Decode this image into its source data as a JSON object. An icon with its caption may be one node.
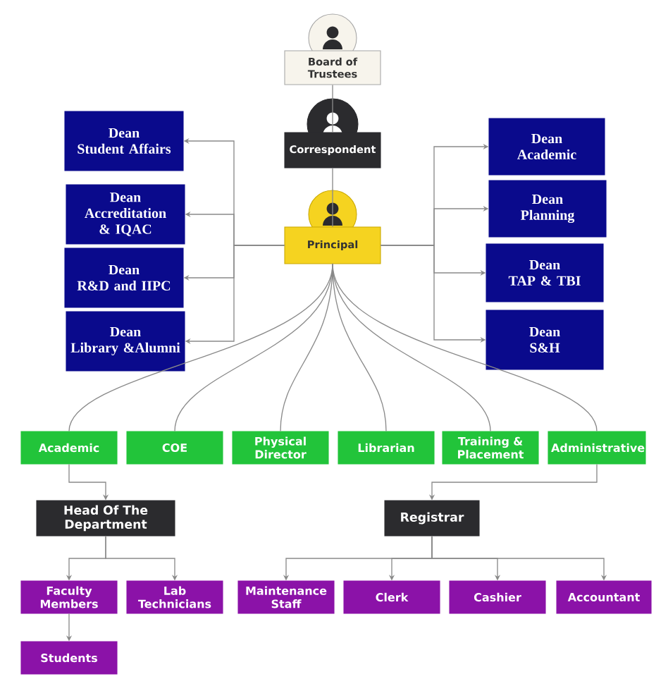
{
  "diagram": {
    "nodes": [
      {
        "text": [
          "Board of Trustees"
        ]
      },
      {
        "text": [
          "Correspondent"
        ]
      },
      {
        "text": [
          "Principal"
        ]
      },
      {
        "text": [
          "Dean",
          "Student Affairs"
        ]
      },
      {
        "text": [
          "Dean",
          "Accreditation  & IQAC"
        ]
      },
      {
        "text": [
          "Dean",
          "R&D and IIPC"
        ]
      },
      {
        "text": [
          "Dean",
          "Library &Alumni"
        ]
      },
      {
        "text": [
          "Dean",
          "Academic"
        ]
      },
      {
        "text": [
          "Dean",
          "Planning"
        ]
      },
      {
        "text": [
          "Dean",
          "TAP & TBI"
        ]
      },
      {
        "text": [
          "Dean",
          "S&H"
        ]
      },
      {
        "text": [
          "Academic"
        ]
      },
      {
        "text": [
          "COE"
        ]
      },
      {
        "text": [
          "Physical Director"
        ]
      },
      {
        "text": [
          "Librarian"
        ]
      },
      {
        "text": [
          "Training & Placement"
        ]
      },
      {
        "text": [
          "Administrative"
        ]
      },
      {
        "text": [
          "Head Of The Department"
        ]
      },
      {
        "text": [
          "Registrar"
        ]
      },
      {
        "text": [
          "Faculty Members"
        ]
      },
      {
        "text": [
          "Lab Technicians"
        ]
      },
      {
        "text": [
          "Maintenance Staff"
        ]
      },
      {
        "text": [
          "Clerk"
        ]
      },
      {
        "text": [
          "Cashier"
        ]
      },
      {
        "text": [
          "Accountant"
        ]
      },
      {
        "text": [
          "Students"
        ]
      }
    ],
    "edges": [
      {
        "from": 0,
        "to": 1,
        "arrow": "none"
      },
      {
        "from": 1,
        "to": 2,
        "arrow": "none"
      },
      {
        "from": 2,
        "to": 3,
        "arrow": "to"
      },
      {
        "from": 2,
        "to": 4,
        "arrow": "to"
      },
      {
        "from": 2,
        "to": 5,
        "arrow": "to"
      },
      {
        "from": 2,
        "to": 6,
        "arrow": "to"
      },
      {
        "from": 2,
        "to": 7,
        "arrow": "to"
      },
      {
        "from": 2,
        "to": 8,
        "arrow": "to"
      },
      {
        "from": 2,
        "to": 9,
        "arrow": "to"
      },
      {
        "from": 2,
        "to": 10,
        "arrow": "to"
      },
      {
        "from": 2,
        "to": 11,
        "arrow": "none"
      },
      {
        "from": 2,
        "to": 12,
        "arrow": "none"
      },
      {
        "from": 2,
        "to": 13,
        "arrow": "none"
      },
      {
        "from": 2,
        "to": 14,
        "arrow": "none"
      },
      {
        "from": 2,
        "to": 15,
        "arrow": "none"
      },
      {
        "from": 2,
        "to": 16,
        "arrow": "none"
      },
      {
        "from": 11,
        "to": 17,
        "arrow": "to"
      },
      {
        "from": 16,
        "to": 18,
        "arrow": "to"
      },
      {
        "from": 17,
        "to": 19,
        "arrow": "to"
      },
      {
        "from": 17,
        "to": 20,
        "arrow": "to"
      },
      {
        "from": 18,
        "to": 21,
        "arrow": "to"
      },
      {
        "from": 18,
        "to": 22,
        "arrow": "to"
      },
      {
        "from": 18,
        "to": 23,
        "arrow": "to"
      },
      {
        "from": 18,
        "to": 24,
        "arrow": "to"
      },
      {
        "from": 19,
        "to": 25,
        "arrow": "to"
      }
    ]
  }
}
